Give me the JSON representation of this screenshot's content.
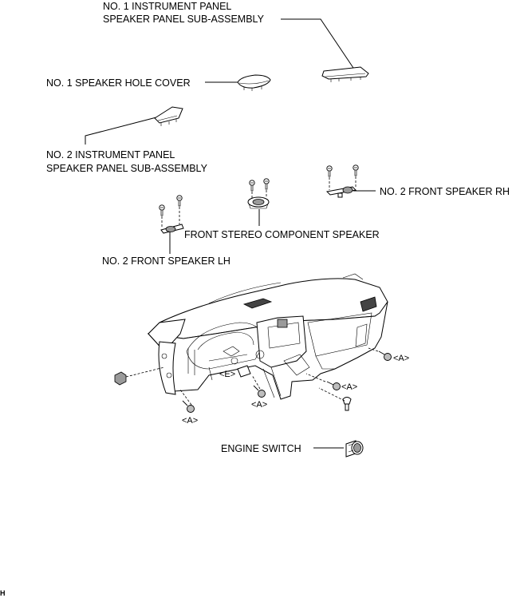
{
  "labels": {
    "no1_panel_line1": "NO. 1 INSTRUMENT PANEL",
    "no1_panel_line2": "SPEAKER PANEL SUB-ASSEMBLY",
    "no1_hole_cover": "NO. 1 SPEAKER HOLE COVER",
    "no2_panel_line1": "NO. 2 INSTRUMENT PANEL",
    "no2_panel_line2": "SPEAKER PANEL SUB-ASSEMBLY",
    "front_speaker_rh": "NO. 2 FRONT SPEAKER RH",
    "stereo_component": "FRONT STEREO COMPONENT SPEAKER",
    "front_speaker_lh": "NO. 2 FRONT SPEAKER LH",
    "engine_switch": "ENGINE SWITCH"
  },
  "callouts": {
    "a": "<A>",
    "e": "<E>"
  },
  "corner_mark": "H"
}
